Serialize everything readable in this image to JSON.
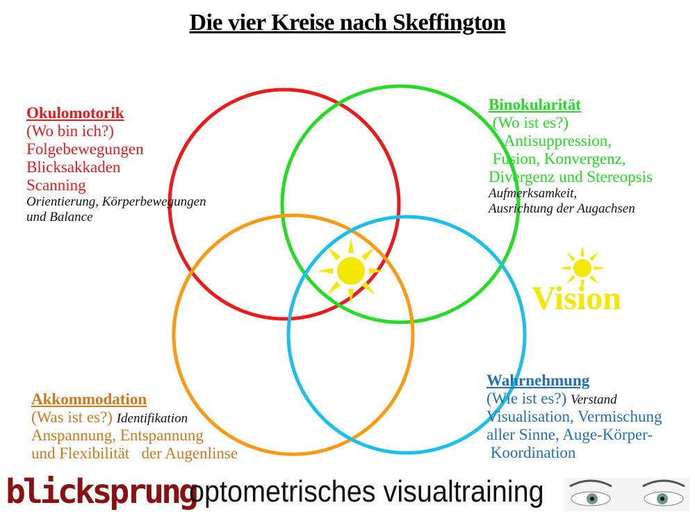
{
  "title": "Die vier Kreise nach Skeffington",
  "colors": {
    "okulomotorik": "#f01818",
    "binokularitaet": "#22dd22",
    "akkommodation": "#ff9a10",
    "wahrnehmung": "#18c0f0",
    "sun": "#f5e800",
    "brand": "#8b1010"
  },
  "okulomotorik": {
    "heading": "Okulomotorik",
    "lines": [
      "(Wo bin ich?)",
      "Folgebewegungen",
      "Blicksakkaden",
      "Scanning"
    ],
    "italic": [
      "Orientierung, Körperbewegungen",
      "und Balance"
    ]
  },
  "binokularitaet": {
    "heading": "Binokularität",
    "lines": [
      " (Wo ist es?)",
      "    Antisuppression,",
      " Fusion, Konvergenz,",
      "Divergenz und Stereopsis"
    ],
    "italic": [
      "Aufmerksamkeit,",
      "Ausrichtung der Augachsen"
    ]
  },
  "akkommodation": {
    "heading": "Akkommodation",
    "line1": "(Was ist es?) ",
    "line1_italic": "Identifikation",
    "lines": [
      "Anspannung, Entspannung",
      "und Flexibilität   der Augenlinse"
    ]
  },
  "wahrnehmung": {
    "heading": "Wahrnehmung",
    "line1": "(Wie ist es?) ",
    "line1_italic": "Verstand",
    "lines": [
      "Visualisation, Vermischung",
      "aller Sinne, Auge-Körper-",
      " Koordination"
    ]
  },
  "vision": "Vision",
  "footer": {
    "brand": "blicksprung",
    "tagline": "optometrisches visualtraining",
    "eyes_icon": "eyes-image"
  },
  "icons": [
    "sun-icon",
    "sun-icon"
  ]
}
